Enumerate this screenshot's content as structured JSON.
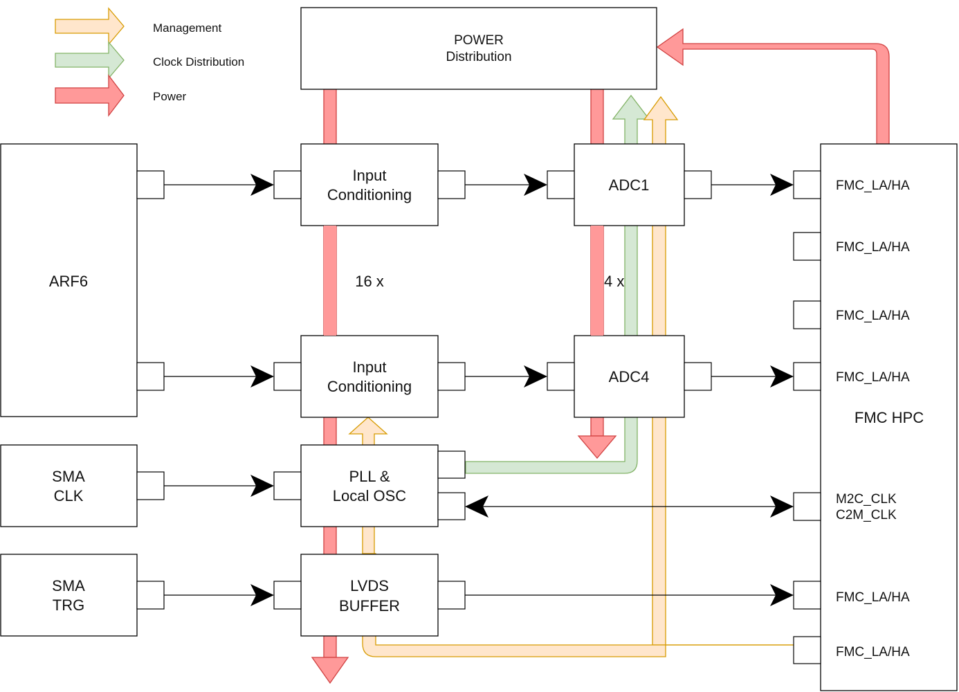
{
  "colors": {
    "management_fill": "#ffe6cc",
    "management_stroke": "#d79b00",
    "clock_fill": "#d5e8d4",
    "clock_stroke": "#82b366",
    "power_fill": "#ff9999",
    "power_stroke": "#d04040"
  },
  "legend": {
    "management": "Management",
    "clock": "Clock Distribution",
    "power": "Power"
  },
  "blocks": {
    "power_line1": "POWER",
    "power_line2": "Distribution",
    "arf6": "ARF6",
    "sma_clk_line1": "SMA",
    "sma_clk_line2": "CLK",
    "sma_trg_line1": "SMA",
    "sma_trg_line2": "TRG",
    "input_cond_top_line1": "Input",
    "input_cond_top_line2": "Conditioning",
    "input_cond_bottom_line1": "Input",
    "input_cond_bottom_line2": "Conditioning",
    "pll_line1": "PLL &",
    "pll_line2": "Local OSC",
    "lvds_line1": "LVDS",
    "lvds_line2": "BUFFER",
    "adc1": "ADC1",
    "adc4": "ADC4",
    "fmc_hpc": "FMC HPC"
  },
  "multipliers": {
    "input_conditioning": "16 x",
    "adc": "4 x"
  },
  "fmc_ports": {
    "p1": "FMC_LA/HA",
    "p2": "FMC_LA/HA",
    "p3": "FMC_LA/HA",
    "p4": "FMC_LA/HA",
    "clk_line1": "M2C_CLK",
    "clk_line2": "C2M_CLK",
    "p5": "FMC_LA/HA",
    "p6": "FMC_LA/HA"
  }
}
